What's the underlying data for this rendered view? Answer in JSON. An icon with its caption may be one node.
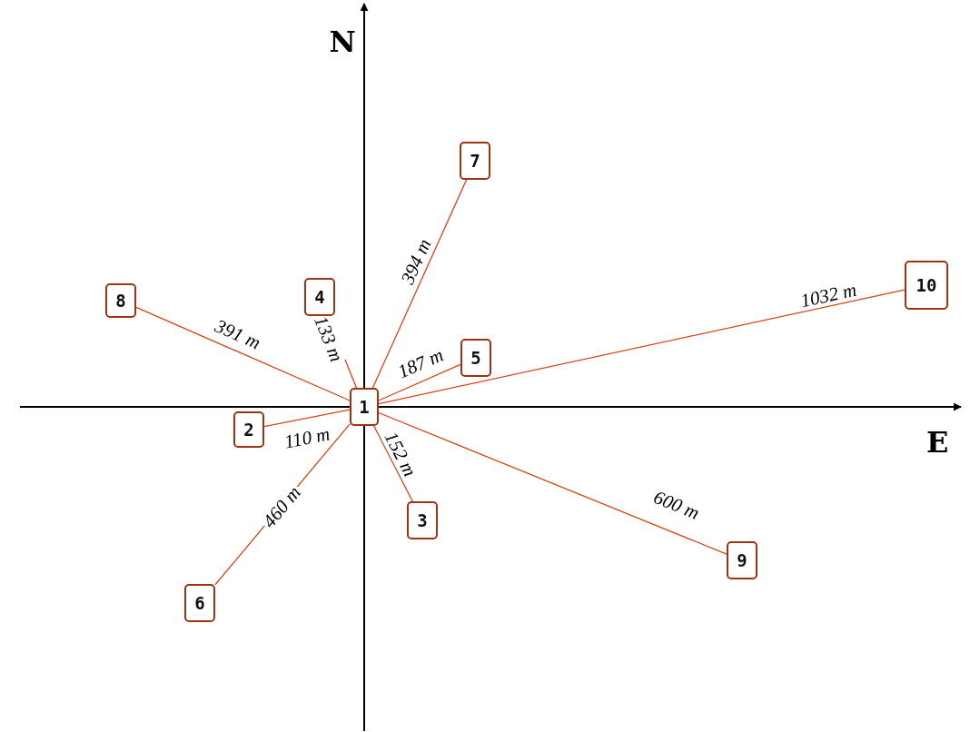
{
  "diagram": {
    "nodes": [
      {
        "text": [
          "1"
        ]
      },
      {
        "text": [
          "2"
        ]
      },
      {
        "text": [
          "3"
        ]
      },
      {
        "text": [
          "4"
        ]
      },
      {
        "text": [
          "5"
        ]
      },
      {
        "text": [
          "6"
        ]
      },
      {
        "text": [
          "7"
        ]
      },
      {
        "text": [
          "8"
        ]
      },
      {
        "text": [
          "9"
        ]
      },
      {
        "text": [
          "10"
        ]
      }
    ],
    "edges": [
      {
        "from": 0,
        "to": 1,
        "arrow": "none",
        "label": "110 m"
      },
      {
        "from": 0,
        "to": 2,
        "arrow": "none",
        "label": "152 m"
      },
      {
        "from": 0,
        "to": 3,
        "arrow": "none",
        "label": "133 m"
      },
      {
        "from": 0,
        "to": 4,
        "arrow": "none",
        "label": "187 m"
      },
      {
        "from": 0,
        "to": 5,
        "arrow": "none",
        "label": "460 m"
      },
      {
        "from": 0,
        "to": 6,
        "arrow": "none",
        "label": "394 m"
      },
      {
        "from": 0,
        "to": 7,
        "arrow": "none",
        "label": "391 m"
      },
      {
        "from": 0,
        "to": 8,
        "arrow": "none",
        "label": "600 m"
      },
      {
        "from": 0,
        "to": 9,
        "arrow": "none",
        "label": "1032 m"
      }
    ],
    "labels": [
      "N",
      "E"
    ]
  }
}
